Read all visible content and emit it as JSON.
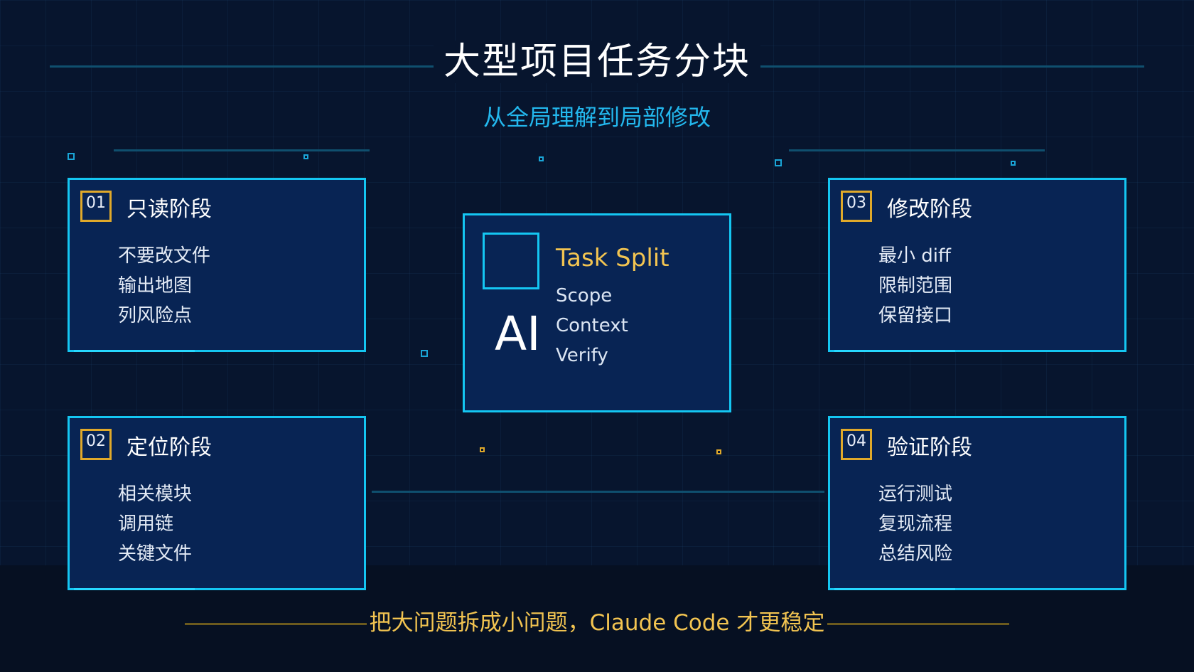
{
  "title": "大型项目任务分块",
  "subtitle": "从全局理解到局部修改",
  "center": {
    "icon_label": "AI",
    "heading": "Task Split",
    "items": [
      "Scope",
      "Context",
      "Verify"
    ]
  },
  "stages": [
    {
      "num": "01",
      "title": "只读阶段",
      "items": [
        "不要改文件",
        "输出地图",
        "列风险点"
      ]
    },
    {
      "num": "02",
      "title": "定位阶段",
      "items": [
        "相关模块",
        "调用链",
        "关键文件"
      ]
    },
    {
      "num": "03",
      "title": "修改阶段",
      "items": [
        "最小 diff",
        "限制范围",
        "保留接口"
      ]
    },
    {
      "num": "04",
      "title": "验证阶段",
      "items": [
        "运行测试",
        "复现流程",
        "总结风险"
      ]
    }
  ],
  "footer": "把大问题拆成小问题，Claude Code 才更稳定",
  "colors": {
    "background": "#07152e",
    "card": "#082454",
    "border": "#14c6f2",
    "accent_gold": "#f2c451",
    "subtitle": "#23b8ee"
  }
}
